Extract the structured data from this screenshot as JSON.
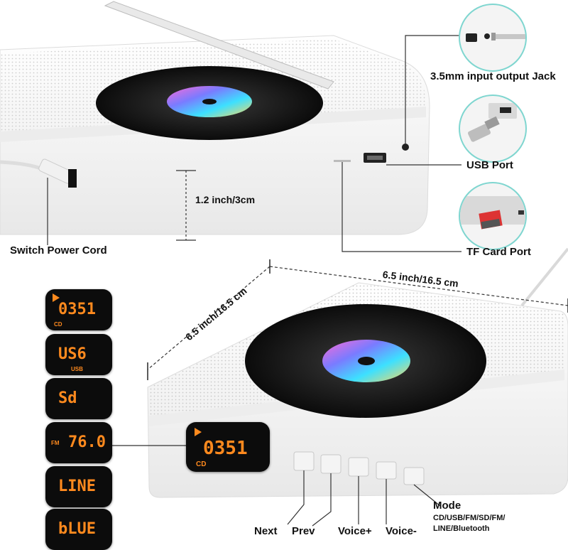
{
  "labels": {
    "jack": "3.5mm input output Jack",
    "usb": "USB Port",
    "tf": "TF Card Port",
    "power": "Switch Power Cord",
    "height": "1.2 inch/3cm",
    "width": "6.5 inch/16.5 cm",
    "depth": "6.5 inch/16.5 cm"
  },
  "buttons": {
    "next": "Next",
    "prev": "Prev",
    "voice_up": "Voice+",
    "voice_down": "Voice-",
    "mode": "Mode",
    "mode_sub": "CD/USB/FM/SD/FM/",
    "mode_sub2": "LINE/Bluetooth"
  },
  "displays": [
    {
      "text": "0351",
      "tag": "CD",
      "play": true
    },
    {
      "text": "US6",
      "tag": "USB",
      "play": false
    },
    {
      "text": "Sd",
      "tag": "",
      "play": false
    },
    {
      "text": "76.0",
      "tag": "FM",
      "play": false
    },
    {
      "text": "LINE",
      "tag": "",
      "play": false
    },
    {
      "text": "bLUE",
      "tag": "",
      "play": false
    }
  ],
  "main_display": {
    "text": "0351",
    "tag": "CD"
  },
  "colors": {
    "accent": "#ff8a1e",
    "ring": "#7fd6d0"
  }
}
